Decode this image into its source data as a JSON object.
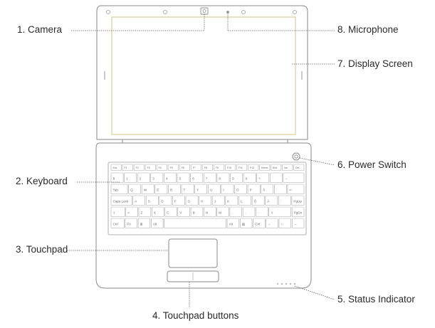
{
  "labels": {
    "camera": "1. Camera",
    "keyboard": "2. Keyboard",
    "touchpad": "3. Touchpad",
    "touchpad_buttons": "4. Touchpad buttons",
    "status_indicator": "5. Status Indicator",
    "power_switch": "6. Power Switch",
    "display_screen": "7. Display Screen",
    "microphone": "8. Microphone"
  },
  "keyboard_rows": [
    [
      "Esc",
      "F1",
      "F2",
      "F3",
      "F4",
      "F5",
      "F6",
      "F7",
      "F8",
      "F9",
      "F10",
      "F11",
      "F12",
      "Home",
      "End",
      "Ins",
      "Del"
    ],
    [
      "§",
      "1",
      "2",
      "3",
      "4",
      "5",
      "6",
      "7",
      "8",
      "9",
      "0",
      "+",
      "´",
      "←"
    ],
    [
      "Tab",
      "Q",
      "W",
      "E",
      "R",
      "T",
      "Y",
      "U",
      "I",
      "O",
      "P",
      "Å",
      "¨",
      "↵"
    ],
    [
      "Caps Lock",
      "A",
      "S",
      "D",
      "F",
      "G",
      "H",
      "J",
      "K",
      "L",
      "Ö",
      "Ä",
      "'",
      "PgUp"
    ],
    [
      "⇧",
      "<",
      "Z",
      "X",
      "C",
      "V",
      "B",
      "N",
      "M",
      ",",
      ".",
      "-",
      "⇧",
      "PgDn"
    ],
    [
      "Ctrl",
      "Fn",
      "⊞",
      "Alt",
      "",
      "Alt",
      "▤",
      "Ctrl",
      "←",
      "↑↓",
      "→"
    ]
  ],
  "colors": {
    "outline": "#8a8a8a",
    "screen_border": "#d8cf9a",
    "text": "#2a2a2a",
    "leader": "#555555"
  }
}
